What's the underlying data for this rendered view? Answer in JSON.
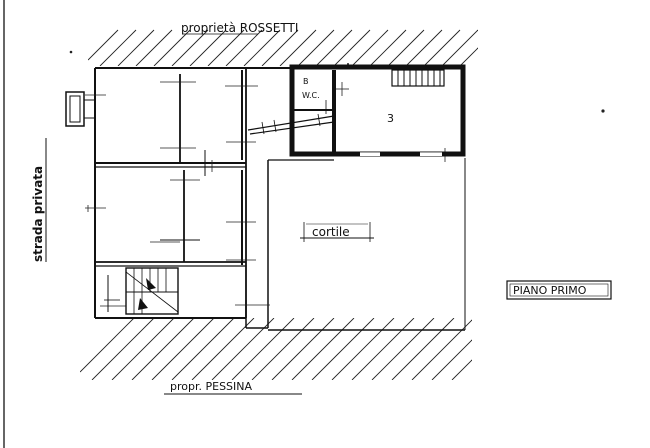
{
  "labels": {
    "north": "proprietà ROSSETTI",
    "south": "propr. PESSINA",
    "west": "strada privata",
    "courtyard": "cortile",
    "floor": "PIANO PRIMO",
    "room_small": "W.C.",
    "room_small_alt": "B",
    "room_number": "3"
  }
}
